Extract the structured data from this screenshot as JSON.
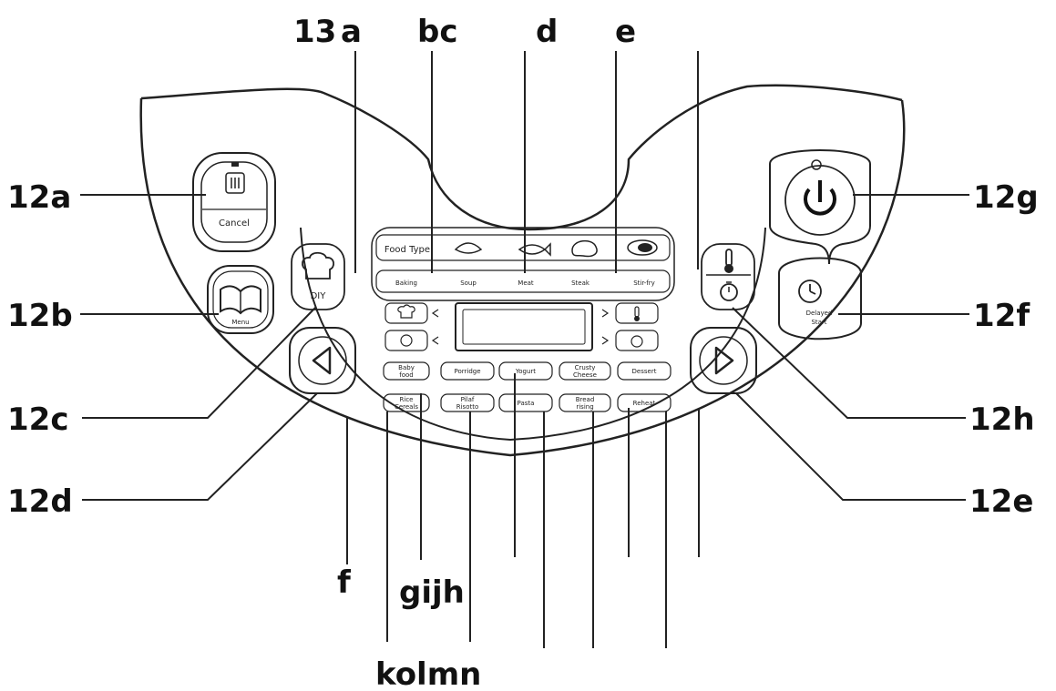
{
  "callouts": {
    "c13": "13",
    "a": "a",
    "bc": "bc",
    "d": "d",
    "e": "e",
    "c12a": "12a",
    "c12b": "12b",
    "c12c": "12c",
    "c12d": "12d",
    "c12g": "12g",
    "c12f": "12f",
    "c12h": "12h",
    "c12e": "12e",
    "f": "f",
    "gijh": "gijh",
    "kolmn": "kolmn"
  },
  "buttons": {
    "cancel": "Cancel",
    "menu": "Menu",
    "diy": "DIY",
    "delayed_start_1": "Delayed",
    "delayed_start_2": "Start"
  },
  "food_type": {
    "title": "Food Type",
    "options": [
      "Baking",
      "Soup",
      "Meat",
      "Steak",
      "Stir-fry"
    ]
  },
  "programs": {
    "row1": [
      {
        "l1": "Baby",
        "l2": "food"
      },
      {
        "l1": "Porridge",
        "l2": ""
      },
      {
        "l1": "Yogurt",
        "l2": ""
      },
      {
        "l1": "Crusty",
        "l2": "Cheese"
      },
      {
        "l1": "Dessert",
        "l2": ""
      }
    ],
    "row2": [
      {
        "l1": "Rice",
        "l2": "Cereals"
      },
      {
        "l1": "Pilaf",
        "l2": "Risotto"
      },
      {
        "l1": "Pasta",
        "l2": ""
      },
      {
        "l1": "Bread",
        "l2": "rising"
      },
      {
        "l1": "Reheat",
        "l2": ""
      }
    ]
  },
  "icons": [
    "pause-icon",
    "recipe-book-icon",
    "chef-hat-icon",
    "left-arrow-icon",
    "power-icon",
    "thermometer-icon",
    "timer-icon",
    "clock-icon",
    "right-arrow-icon"
  ]
}
